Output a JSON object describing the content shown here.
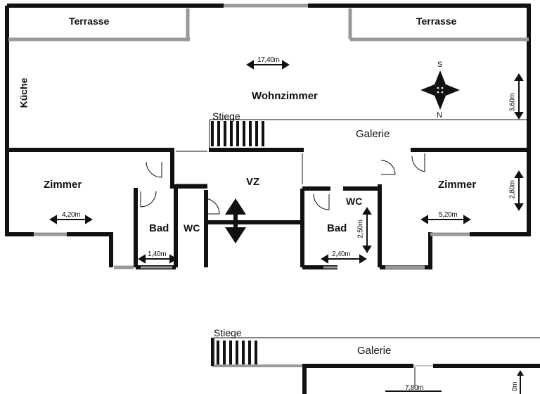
{
  "upper_floor": {
    "rooms": {
      "terrace_left": "Terrasse",
      "terrace_right": "Terrasse",
      "kitchen": "Küche",
      "living_room": "Wohnzimmer",
      "gallery": "Galerie",
      "stairs": "Stiege",
      "room_left": "Zimmer",
      "room_right": "Zimmer",
      "bath_left": "Bad",
      "wc_left": "WC",
      "hall": "VZ",
      "wc_right": "WC",
      "bath_right": "Bad"
    },
    "dimensions": {
      "living_width": "17,40m",
      "living_depth": "3,60m",
      "room_left_width": "4,20m",
      "bath_left_width": "1,40m",
      "room_right_width": "5,20m",
      "room_right_depth": "2,80m",
      "bath_right_depth": "2,50m",
      "bath_right_width": "2,40m"
    },
    "compass": {
      "south": "S",
      "north": "N"
    }
  },
  "lower_floor": {
    "stairs": "Stiege",
    "gallery": "Galerie",
    "dim_width": "7,80m",
    "dim_partial": "0m"
  }
}
